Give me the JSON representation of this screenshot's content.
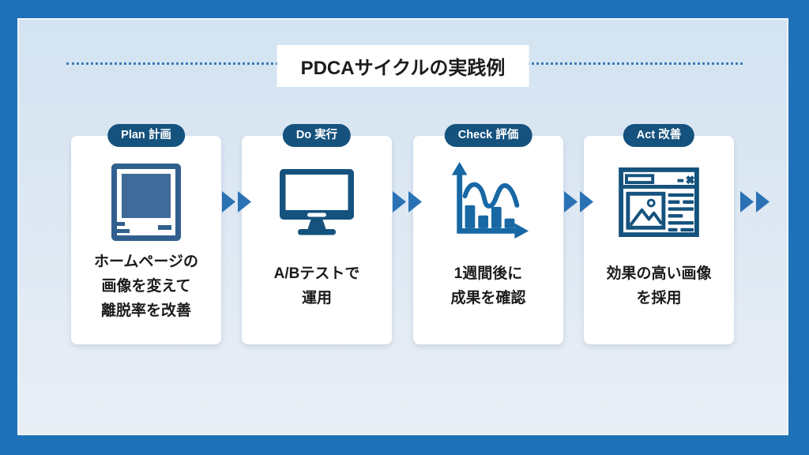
{
  "title": "PDCAサイクルの実践例",
  "colors": {
    "frame": "#1f72b8",
    "panel-top": "#d3e3f1",
    "panel-bottom": "#e9eef5",
    "panel-border": "#eff5fa",
    "title-bg": "#ffffff",
    "text-dark": "#1b1b1b",
    "badge-bg": "#15527e",
    "card-bg": "#ffffff",
    "arrow": "#2b72b5",
    "dotted-line": "#3a7ab8",
    "icon-dark": "#15527e",
    "icon-steel": "#3e6b99",
    "icon-steel-dark": "#31608f",
    "icon-chart": "#1768a5"
  },
  "steps": [
    {
      "badge": "Plan 計画",
      "icon": "photo-icon",
      "lines": [
        "ホームページの",
        "画像を変えて",
        "離脱率を改善"
      ]
    },
    {
      "badge": "Do 実行",
      "icon": "monitor-icon",
      "lines": [
        "A/Bテストで",
        "運用"
      ]
    },
    {
      "badge": "Check 評価",
      "icon": "chart-icon",
      "lines": [
        "1週間後に",
        "成果を確認"
      ]
    },
    {
      "badge": "Act 改善",
      "icon": "browser-icon",
      "lines": [
        "効果の高い画像",
        "を採用"
      ]
    }
  ]
}
